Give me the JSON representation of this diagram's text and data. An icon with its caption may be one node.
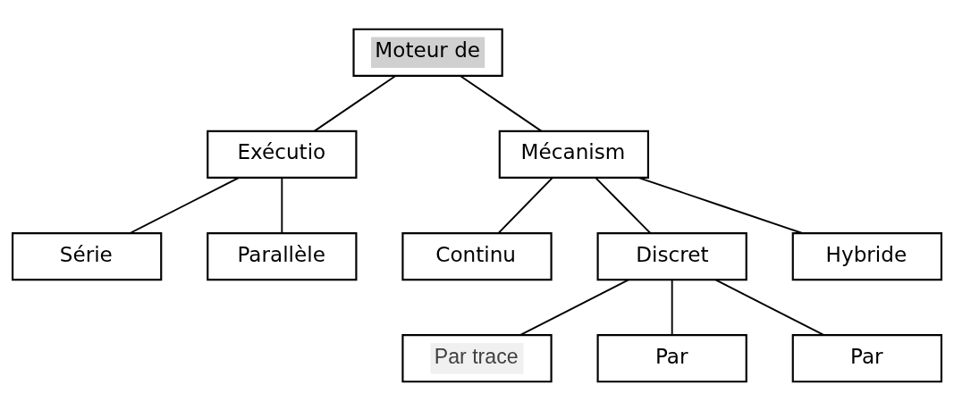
{
  "diagram": {
    "nodes": [
      {
        "text": [
          "Moteur de"
        ]
      },
      {
        "text": [
          "Exécutio"
        ]
      },
      {
        "text": [
          "Mécanism"
        ]
      },
      {
        "text": [
          "Série"
        ]
      },
      {
        "text": [
          "Parallèle"
        ]
      },
      {
        "text": [
          "Continu"
        ]
      },
      {
        "text": [
          "Discret"
        ]
      },
      {
        "text": [
          "Hybride"
        ]
      },
      {
        "text": [
          "Par trace"
        ]
      },
      {
        "text": [
          "Par"
        ]
      },
      {
        "text": [
          "Par"
        ]
      }
    ],
    "edges": [
      {
        "from": 0,
        "to": 1,
        "arrow": "none"
      },
      {
        "from": 0,
        "to": 2,
        "arrow": "none"
      },
      {
        "from": 1,
        "to": 3,
        "arrow": "none"
      },
      {
        "from": 1,
        "to": 4,
        "arrow": "none"
      },
      {
        "from": 2,
        "to": 5,
        "arrow": "none"
      },
      {
        "from": 2,
        "to": 6,
        "arrow": "none"
      },
      {
        "from": 2,
        "to": 7,
        "arrow": "none"
      },
      {
        "from": 6,
        "to": 8,
        "arrow": "none"
      },
      {
        "from": 6,
        "to": 9,
        "arrow": "none"
      },
      {
        "from": 6,
        "to": 10,
        "arrow": "none"
      }
    ]
  }
}
